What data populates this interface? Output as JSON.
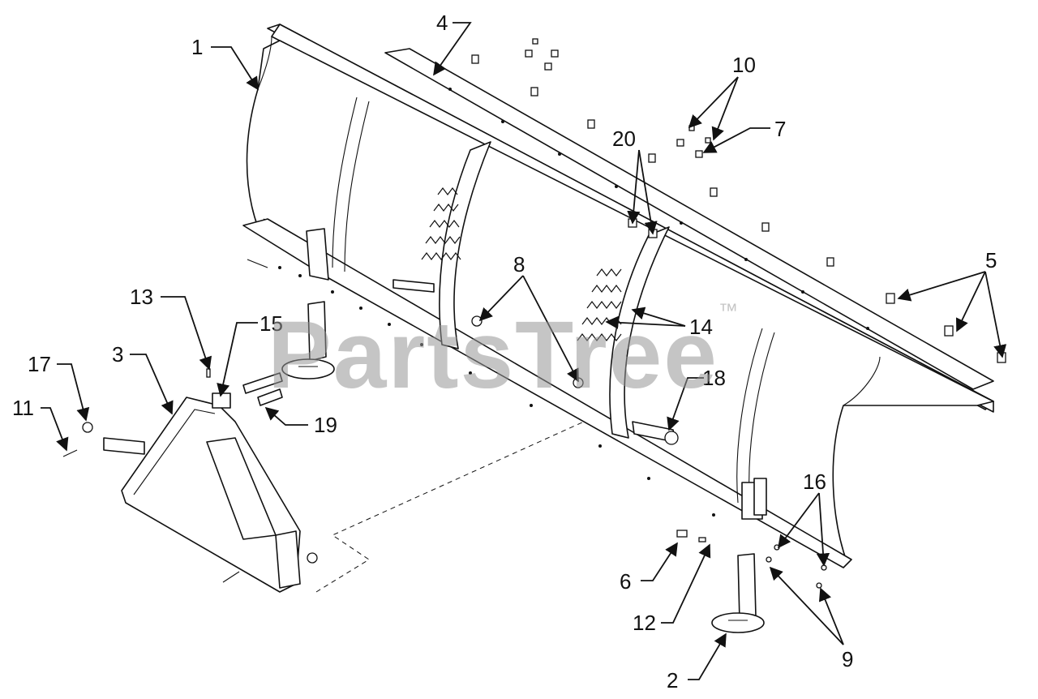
{
  "watermark": {
    "text": "PartsTree",
    "trademark": "™"
  },
  "callouts": {
    "c1": "1",
    "c2": "2",
    "c3": "3",
    "c4": "4",
    "c5": "5",
    "c6": "6",
    "c7": "7",
    "c8": "8",
    "c9": "9",
    "c10": "10",
    "c11": "11",
    "c12": "12",
    "c13": "13",
    "c14": "14",
    "c15": "15",
    "c16": "16",
    "c17": "17",
    "c18": "18",
    "c19": "19",
    "c20": "20"
  }
}
